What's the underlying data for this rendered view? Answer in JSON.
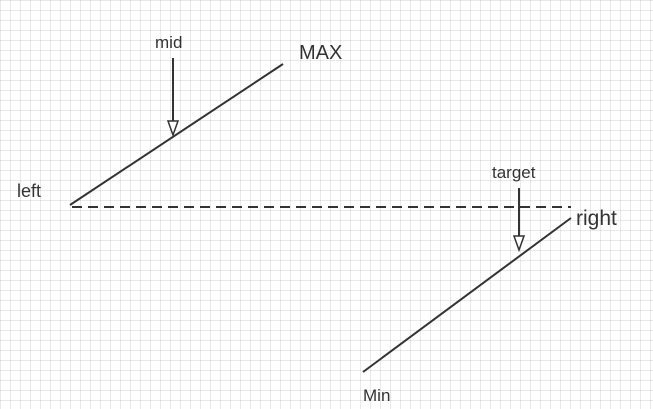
{
  "labels": {
    "mid": "mid",
    "max": "MAX",
    "left": "left",
    "target": "target",
    "right": "right",
    "min": "Min"
  },
  "colors": {
    "stroke": "#333333",
    "text": "#333333"
  }
}
